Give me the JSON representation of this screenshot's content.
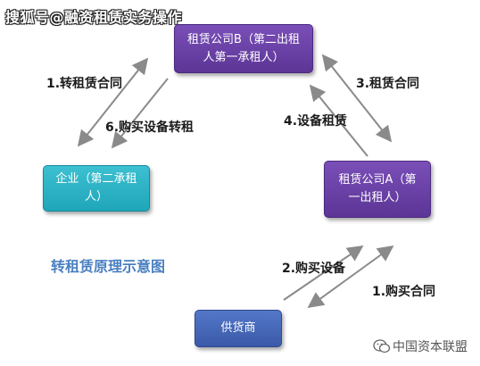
{
  "watermark_top": "搜狐号@融资租赁实务操作",
  "nodes": {
    "b": "租赁公司B（第二出租人第一承租人）",
    "a": "租赁公司A（第一出租人）",
    "enterprise": "企业（第二承租人）",
    "supplier": "供货商"
  },
  "edges": {
    "e1": "1.转租赁合同",
    "e6": "6.购买设备转租",
    "e3": "3.租赁合同",
    "e4": "4.设备租赁",
    "e2": "2.购买设备",
    "e1b": "1.购买合同"
  },
  "title": "转租赁原理示意图",
  "watermark_bottom": "中国资本联盟",
  "colors": {
    "purple": "#6a42a8",
    "teal": "#2cb3c6",
    "blue": "#4466b8",
    "title": "#4a7fc1"
  }
}
